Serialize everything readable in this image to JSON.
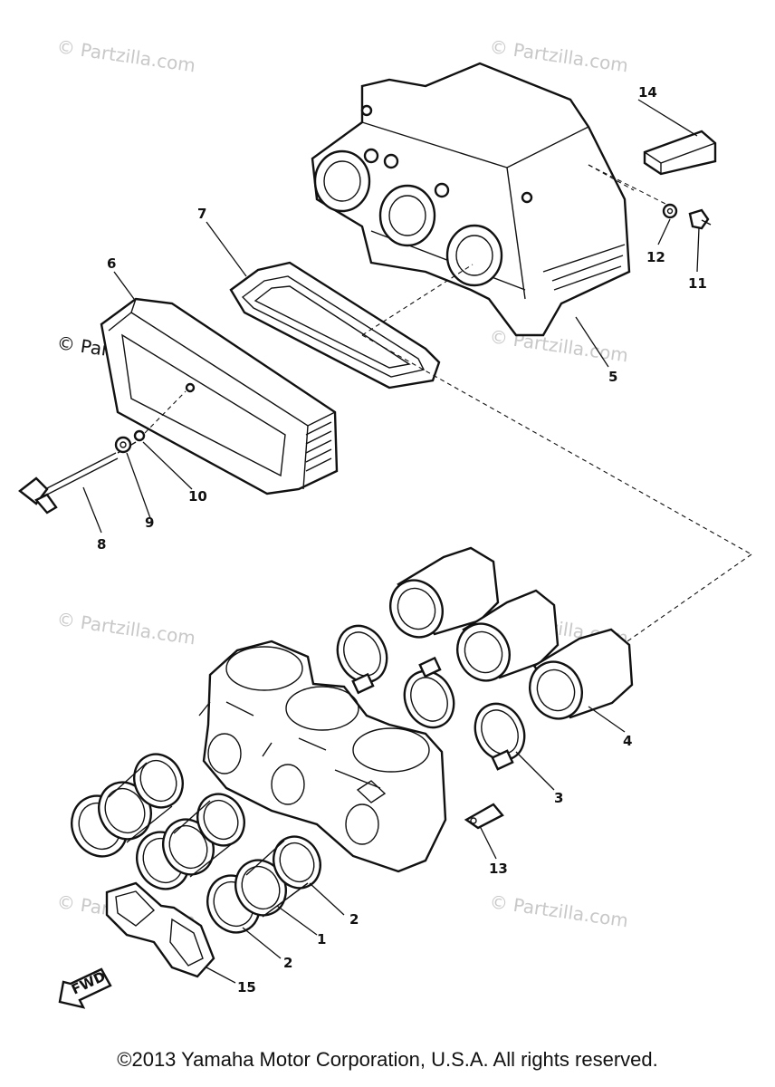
{
  "watermark": "© Partzilla.com",
  "copyright": "©2013 Yamaha Motor Corporation, U.S.A. All rights reserved.",
  "fwd_label": "FWD",
  "callouts": [
    "1",
    "2",
    "2",
    "3",
    "4",
    "5",
    "6",
    "7",
    "8",
    "9",
    "10",
    "11",
    "12",
    "13",
    "14",
    "15"
  ]
}
